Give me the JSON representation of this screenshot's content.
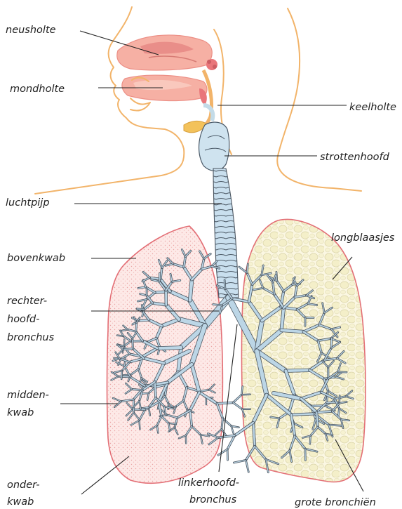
{
  "labels": {
    "neusholte": "neusholte",
    "mondholte": "mondholte",
    "keelholte": "keelholte",
    "strottenhoofd": "strottenhoofd",
    "luchtpijp": "luchtpijp",
    "longblaasjes": "longblaasjes",
    "bovenkwab": "bovenkwab",
    "rechter_hoofd_bronchus": [
      "rechter-",
      "hoofd-",
      "bronchus"
    ],
    "midden_kwab": [
      "midden-",
      "kwab"
    ],
    "onder_kwab": [
      "onder-",
      "kwab"
    ],
    "linkerhoofd_bronchus": [
      "linkerhoofd-",
      "bronchus"
    ],
    "grote_bronchien": "grote bronchiën"
  },
  "colors": {
    "body_outline": "#f2b46a",
    "nasal_pink": "#f6b0a4",
    "lung_left_fill": "#fbe1df",
    "lung_right_fill": "#fbf6dc",
    "airway_blue": "#bcd6e6",
    "airway_dark": "#4a5560",
    "lung_border": "#e36f76"
  }
}
